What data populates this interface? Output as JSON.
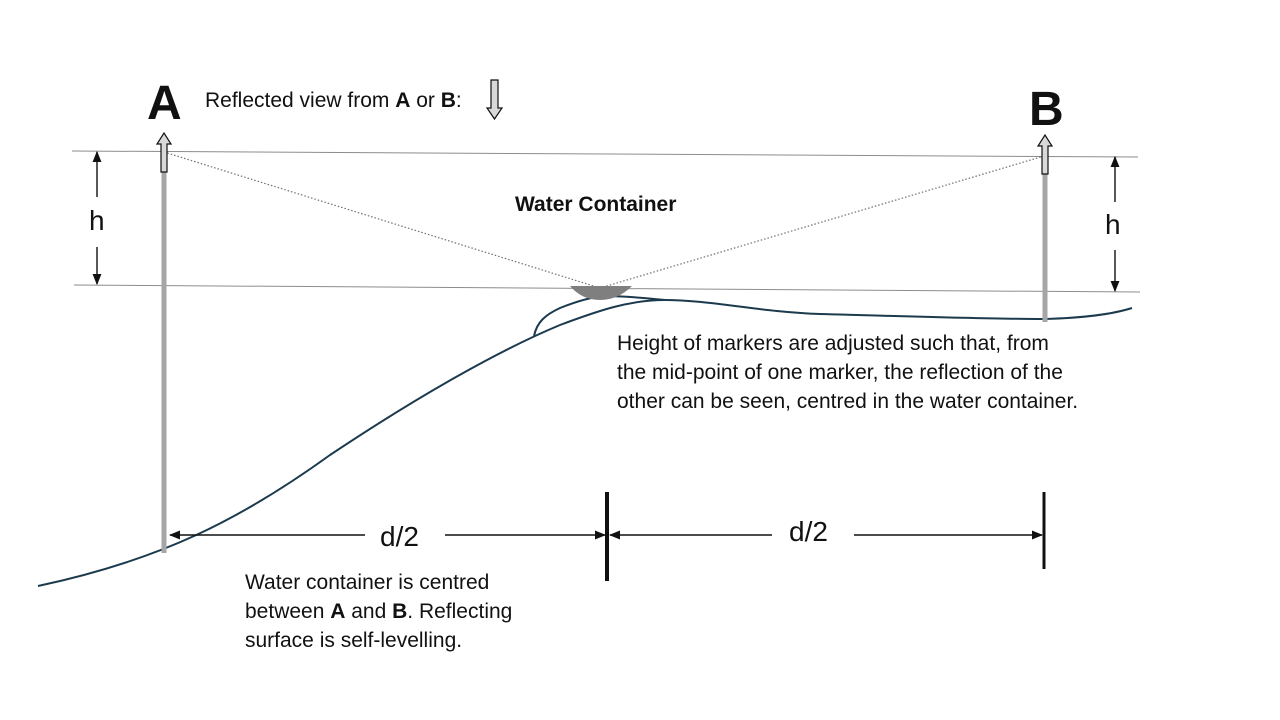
{
  "labels": {
    "marker_a": "A",
    "marker_b": "B",
    "height_left": "h",
    "height_right": "h",
    "half_distance_left": "d/2",
    "half_distance_right": "d/2",
    "container": "Water Container"
  },
  "reflected_view": {
    "prefix": "Reflected view from ",
    "a": "A",
    "middle": " or ",
    "b": "B",
    "suffix": ":"
  },
  "notes": {
    "markers": [
      "Height of markers are adjusted such that, from",
      "the mid-point of one marker, the reflection of the",
      "other can be seen, centred in the water container."
    ],
    "container_line1": "Water container is centred",
    "container_line2_prefix": "between ",
    "container_line2_a": "A",
    "container_line2_middle": " and ",
    "container_line2_b": "B",
    "container_line2_suffix": ".  Reflecting",
    "container_line3": "surface is self-levelling."
  },
  "colors": {
    "ground": "#1c3a4e",
    "marker_pole": "#a6a6a6",
    "container": "#7f7f7f",
    "sight_line": "#6f6f6f"
  }
}
